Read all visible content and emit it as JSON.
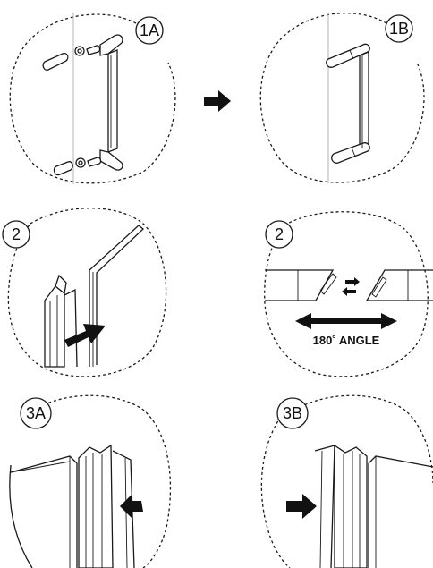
{
  "steps": {
    "s1a": "1A",
    "s1b": "1B",
    "s2a": "2",
    "s2b": "2",
    "s3a": "3A",
    "s3b": "3B"
  },
  "angle_caption": "180˚ ANGLE",
  "icons": [
    "arrow-right-icon",
    "double-arrow-icon",
    "push-arrow-icon"
  ]
}
